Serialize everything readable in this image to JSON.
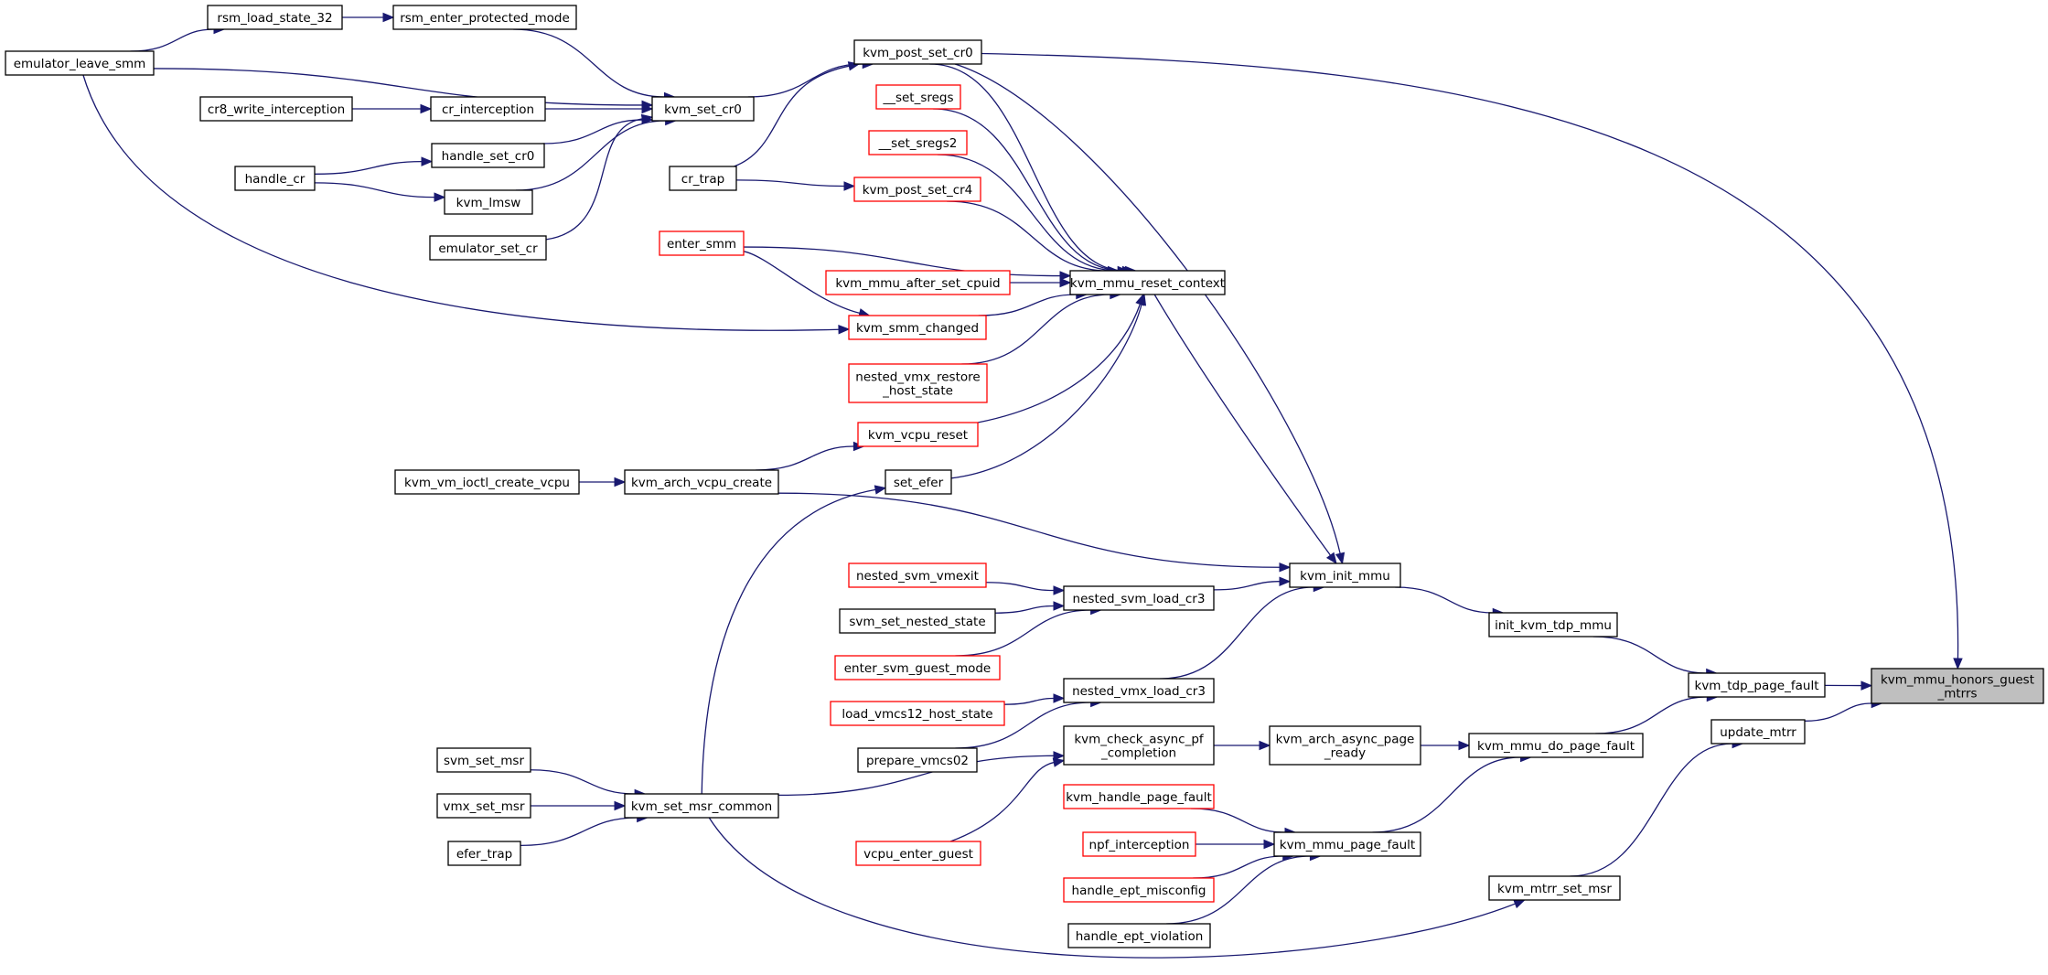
{
  "nodes": {
    "rsm_load_state_32": {
      "lines": [
        "rsm_load_state_32"
      ],
      "style": "black"
    },
    "rsm_enter_protected_mode": {
      "lines": [
        "rsm_enter_protected_mode"
      ],
      "style": "black"
    },
    "emulator_leave_smm": {
      "lines": [
        "emulator_leave_smm"
      ],
      "style": "black"
    },
    "cr8_write_interception": {
      "lines": [
        "cr8_write_interception"
      ],
      "style": "black"
    },
    "cr_interception": {
      "lines": [
        "cr_interception"
      ],
      "style": "black"
    },
    "handle_set_cr0": {
      "lines": [
        "handle_set_cr0"
      ],
      "style": "black"
    },
    "handle_cr": {
      "lines": [
        "handle_cr"
      ],
      "style": "black"
    },
    "kvm_lmsw": {
      "lines": [
        "kvm_lmsw"
      ],
      "style": "black"
    },
    "emulator_set_cr": {
      "lines": [
        "emulator_set_cr"
      ],
      "style": "black"
    },
    "kvm_set_cr0": {
      "lines": [
        "kvm_set_cr0"
      ],
      "style": "black"
    },
    "kvm_post_set_cr0": {
      "lines": [
        "kvm_post_set_cr0"
      ],
      "style": "black"
    },
    "__set_sregs": {
      "lines": [
        "__set_sregs"
      ],
      "style": "red"
    },
    "__set_sregs2": {
      "lines": [
        "__set_sregs2"
      ],
      "style": "red"
    },
    "cr_trap": {
      "lines": [
        "cr_trap"
      ],
      "style": "black"
    },
    "kvm_post_set_cr4": {
      "lines": [
        "kvm_post_set_cr4"
      ],
      "style": "red"
    },
    "enter_smm": {
      "lines": [
        "enter_smm"
      ],
      "style": "red"
    },
    "kvm_mmu_after_set_cpuid": {
      "lines": [
        "kvm_mmu_after_set_cpuid"
      ],
      "style": "red"
    },
    "kvm_mmu_reset_context": {
      "lines": [
        "kvm_mmu_reset_context"
      ],
      "style": "black"
    },
    "kvm_smm_changed": {
      "lines": [
        "kvm_smm_changed"
      ],
      "style": "red"
    },
    "nested_vmx_restore_host_state": {
      "lines": [
        "nested_vmx_restore",
        "_host_state"
      ],
      "style": "red"
    },
    "kvm_vcpu_reset": {
      "lines": [
        "kvm_vcpu_reset"
      ],
      "style": "red"
    },
    "set_efer": {
      "lines": [
        "set_efer"
      ],
      "style": "black"
    },
    "kvm_vm_ioctl_create_vcpu": {
      "lines": [
        "kvm_vm_ioctl_create_vcpu"
      ],
      "style": "black"
    },
    "kvm_arch_vcpu_create": {
      "lines": [
        "kvm_arch_vcpu_create"
      ],
      "style": "black"
    },
    "kvm_init_mmu": {
      "lines": [
        "kvm_init_mmu"
      ],
      "style": "black"
    },
    "nested_svm_vmexit": {
      "lines": [
        "nested_svm_vmexit"
      ],
      "style": "red"
    },
    "nested_svm_load_cr3": {
      "lines": [
        "nested_svm_load_cr3"
      ],
      "style": "black"
    },
    "svm_set_nested_state": {
      "lines": [
        "svm_set_nested_state"
      ],
      "style": "black"
    },
    "init_kvm_tdp_mmu": {
      "lines": [
        "init_kvm_tdp_mmu"
      ],
      "style": "black"
    },
    "enter_svm_guest_mode": {
      "lines": [
        "enter_svm_guest_mode"
      ],
      "style": "red"
    },
    "kvm_tdp_page_fault": {
      "lines": [
        "kvm_tdp_page_fault"
      ],
      "style": "black"
    },
    "kvm_mmu_honors_guest_mtrrs": {
      "lines": [
        "kvm_mmu_honors_guest",
        "_mtrrs"
      ],
      "style": "focus"
    },
    "nested_vmx_load_cr3": {
      "lines": [
        "nested_vmx_load_cr3"
      ],
      "style": "black"
    },
    "load_vmcs12_host_state": {
      "lines": [
        "load_vmcs12_host_state"
      ],
      "style": "red"
    },
    "prepare_vmcs02": {
      "lines": [
        "prepare_vmcs02"
      ],
      "style": "black"
    },
    "kvm_check_async_pf_completion": {
      "lines": [
        "kvm_check_async_pf",
        "_completion"
      ],
      "style": "black"
    },
    "kvm_arch_async_page_ready": {
      "lines": [
        "kvm_arch_async_page",
        "_ready"
      ],
      "style": "black"
    },
    "kvm_mmu_do_page_fault": {
      "lines": [
        "kvm_mmu_do_page_fault"
      ],
      "style": "black"
    },
    "update_mtrr": {
      "lines": [
        "update_mtrr"
      ],
      "style": "black"
    },
    "svm_set_msr": {
      "lines": [
        "svm_set_msr"
      ],
      "style": "black"
    },
    "kvm_set_msr_common": {
      "lines": [
        "kvm_set_msr_common"
      ],
      "style": "black"
    },
    "vmx_set_msr": {
      "lines": [
        "vmx_set_msr"
      ],
      "style": "black"
    },
    "efer_trap": {
      "lines": [
        "efer_trap"
      ],
      "style": "black"
    },
    "kvm_handle_page_fault": {
      "lines": [
        "kvm_handle_page_fault"
      ],
      "style": "red"
    },
    "npf_interception": {
      "lines": [
        "npf_interception"
      ],
      "style": "red"
    },
    "kvm_mmu_page_fault": {
      "lines": [
        "kvm_mmu_page_fault"
      ],
      "style": "black"
    },
    "handle_ept_misconfig": {
      "lines": [
        "handle_ept_misconfig"
      ],
      "style": "red"
    },
    "vcpu_enter_guest": {
      "lines": [
        "vcpu_enter_guest"
      ],
      "style": "red"
    },
    "kvm_mtrr_set_msr": {
      "lines": [
        "kvm_mtrr_set_msr"
      ],
      "style": "black"
    },
    "handle_ept_violation": {
      "lines": [
        "handle_ept_violation"
      ],
      "style": "black"
    }
  },
  "edges": [
    [
      "rsm_load_state_32",
      "rsm_enter_protected_mode"
    ],
    [
      "emulator_leave_smm",
      "rsm_load_state_32"
    ],
    [
      "emulator_leave_smm",
      "kvm_set_cr0"
    ],
    [
      "emulator_leave_smm",
      "kvm_smm_changed"
    ],
    [
      "rsm_enter_protected_mode",
      "kvm_set_cr0"
    ],
    [
      "cr8_write_interception",
      "cr_interception"
    ],
    [
      "cr_interception",
      "kvm_set_cr0"
    ],
    [
      "handle_set_cr0",
      "kvm_set_cr0"
    ],
    [
      "handle_cr",
      "handle_set_cr0"
    ],
    [
      "handle_cr",
      "kvm_lmsw"
    ],
    [
      "kvm_lmsw",
      "kvm_set_cr0"
    ],
    [
      "emulator_set_cr",
      "kvm_set_cr0"
    ],
    [
      "kvm_set_cr0",
      "kvm_post_set_cr0"
    ],
    [
      "cr_trap",
      "kvm_post_set_cr0"
    ],
    [
      "cr_trap",
      "kvm_post_set_cr4"
    ],
    [
      "kvm_post_set_cr0",
      "kvm_mmu_reset_context"
    ],
    [
      "kvm_post_set_cr0",
      "kvm_init_mmu"
    ],
    [
      "kvm_post_set_cr0",
      "kvm_mmu_honors_guest_mtrrs"
    ],
    [
      "__set_sregs",
      "kvm_mmu_reset_context"
    ],
    [
      "__set_sregs2",
      "kvm_mmu_reset_context"
    ],
    [
      "kvm_post_set_cr4",
      "kvm_mmu_reset_context"
    ],
    [
      "enter_smm",
      "kvm_mmu_reset_context"
    ],
    [
      "enter_smm",
      "kvm_smm_changed"
    ],
    [
      "kvm_mmu_after_set_cpuid",
      "kvm_mmu_reset_context"
    ],
    [
      "kvm_smm_changed",
      "kvm_mmu_reset_context"
    ],
    [
      "nested_vmx_restore_host_state",
      "kvm_mmu_reset_context"
    ],
    [
      "kvm_vcpu_reset",
      "kvm_mmu_reset_context"
    ],
    [
      "set_efer",
      "kvm_mmu_reset_context"
    ],
    [
      "kvm_mmu_reset_context",
      "kvm_init_mmu"
    ],
    [
      "kvm_vm_ioctl_create_vcpu",
      "kvm_arch_vcpu_create"
    ],
    [
      "kvm_arch_vcpu_create",
      "kvm_vcpu_reset"
    ],
    [
      "kvm_arch_vcpu_create",
      "kvm_init_mmu"
    ],
    [
      "kvm_set_msr_common",
      "set_efer"
    ],
    [
      "nested_svm_vmexit",
      "nested_svm_load_cr3"
    ],
    [
      "svm_set_nested_state",
      "nested_svm_load_cr3"
    ],
    [
      "enter_svm_guest_mode",
      "nested_svm_load_cr3"
    ],
    [
      "nested_svm_load_cr3",
      "kvm_init_mmu"
    ],
    [
      "nested_vmx_load_cr3",
      "kvm_init_mmu"
    ],
    [
      "load_vmcs12_host_state",
      "nested_vmx_load_cr3"
    ],
    [
      "prepare_vmcs02",
      "nested_vmx_load_cr3"
    ],
    [
      "kvm_init_mmu",
      "init_kvm_tdp_mmu"
    ],
    [
      "init_kvm_tdp_mmu",
      "kvm_tdp_page_fault"
    ],
    [
      "kvm_tdp_page_fault",
      "kvm_mmu_honors_guest_mtrrs"
    ],
    [
      "update_mtrr",
      "kvm_mmu_honors_guest_mtrrs"
    ],
    [
      "kvm_mmu_do_page_fault",
      "kvm_tdp_page_fault"
    ],
    [
      "kvm_arch_async_page_ready",
      "kvm_mmu_do_page_fault"
    ],
    [
      "kvm_check_async_pf_completion",
      "kvm_arch_async_page_ready"
    ],
    [
      "kvm_set_msr_common",
      "kvm_check_async_pf_completion"
    ],
    [
      "vcpu_enter_guest",
      "kvm_check_async_pf_completion"
    ],
    [
      "kvm_mmu_page_fault",
      "kvm_mmu_do_page_fault"
    ],
    [
      "kvm_handle_page_fault",
      "kvm_mmu_page_fault"
    ],
    [
      "npf_interception",
      "kvm_mmu_page_fault"
    ],
    [
      "handle_ept_misconfig",
      "kvm_mmu_page_fault"
    ],
    [
      "handle_ept_violation",
      "kvm_mmu_page_fault"
    ],
    [
      "svm_set_msr",
      "kvm_set_msr_common"
    ],
    [
      "vmx_set_msr",
      "kvm_set_msr_common"
    ],
    [
      "efer_trap",
      "kvm_set_msr_common"
    ],
    [
      "kvm_set_msr_common",
      "kvm_mtrr_set_msr"
    ],
    [
      "kvm_mtrr_set_msr",
      "update_mtrr"
    ]
  ]
}
